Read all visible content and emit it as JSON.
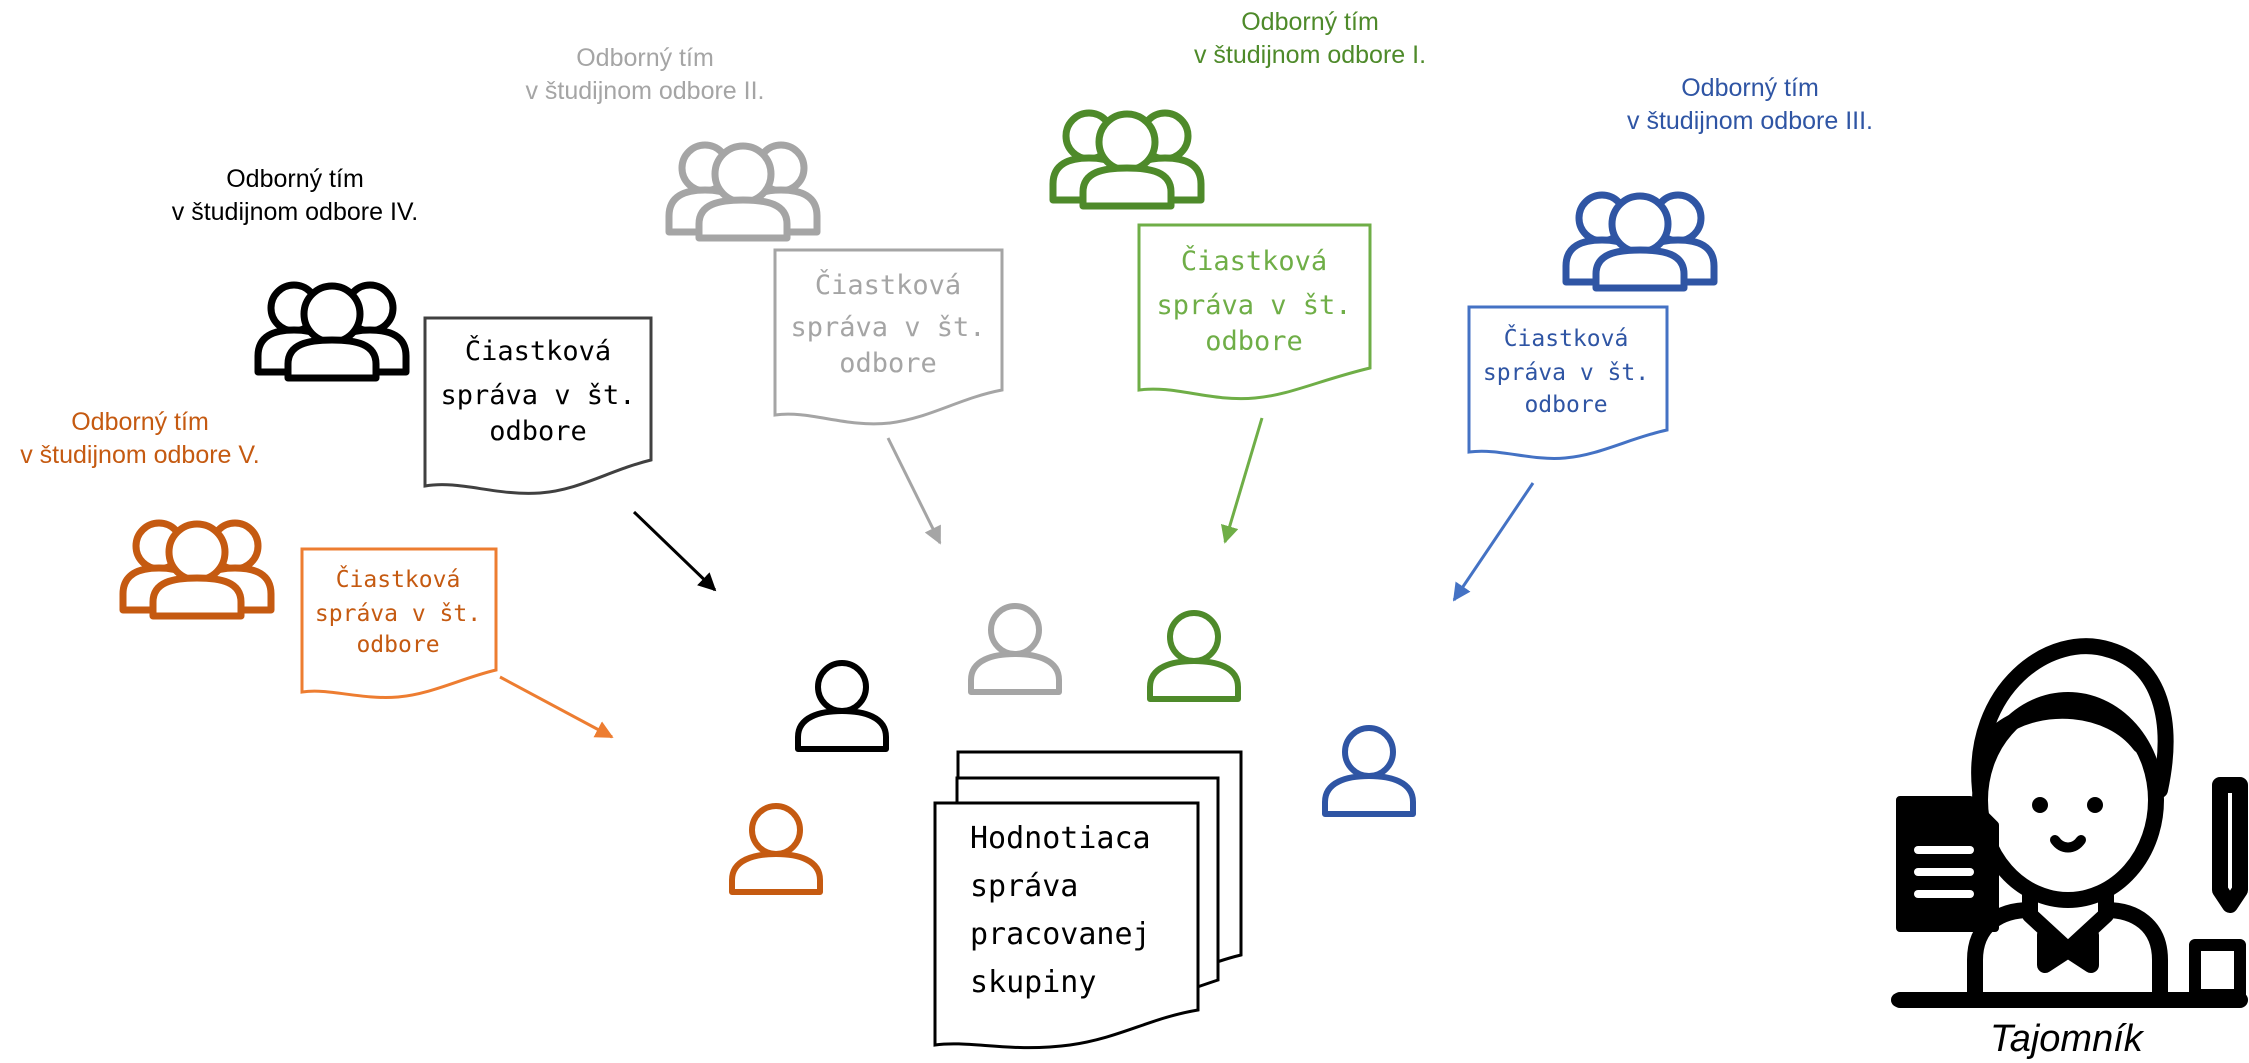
{
  "teams": [
    {
      "id": "I",
      "line1": "Odborný tím",
      "line2": "v študijnom odbore I.",
      "color": "#4e8a2a",
      "report_color": "#6fae47",
      "report": [
        "Čiastková",
        "správa v št.",
        "odbore"
      ]
    },
    {
      "id": "II",
      "line1": "Odborný tím",
      "line2": "v študijnom odbore II.",
      "color": "#a5a5a5",
      "report_color": "#a5a5a5",
      "report": [
        "Čiastková",
        "správa v št.",
        "odbore"
      ]
    },
    {
      "id": "III",
      "line1": "Odborný tím",
      "line2": "v študijnom odbore III.",
      "color": "#2f55a4",
      "report_color": "#4472c4",
      "report": [
        "Čiastková",
        "správa v št.",
        "odbore"
      ]
    },
    {
      "id": "IV",
      "line1": "Odborný tím",
      "line2": "v študijnom odbore IV.",
      "color": "#000000",
      "report_color": "#000000",
      "report": [
        "Čiastková",
        "správa v št.",
        "odbore"
      ]
    },
    {
      "id": "V",
      "line1": "Odborný tím",
      "line2": "v študijnom odbore V.",
      "color": "#c55a11",
      "report_color": "#ed7d31",
      "report": [
        "Čiastková",
        "správa v št.",
        "odbore"
      ]
    }
  ],
  "final_report": [
    "Hodnotiaca",
    "správa",
    "pracovanej",
    "skupiny"
  ],
  "secretary": {
    "label": "Tajomník"
  }
}
